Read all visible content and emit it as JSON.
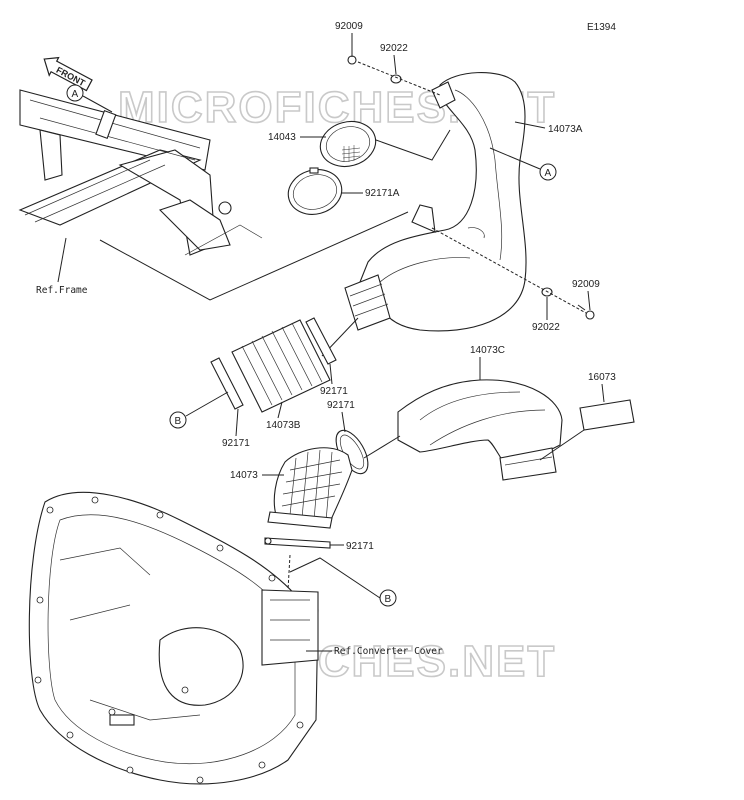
{
  "diagram_id": "E1394",
  "watermark": "MICROFICHES.NET",
  "front_label": "FRONT",
  "refs": {
    "frame": "Ref.Frame",
    "converter_cover": "Ref.Converter Cover"
  },
  "callout_letters": {
    "a": "A",
    "b": "B"
  },
  "parts": {
    "p92009_top": "92009",
    "p92022_top": "92022",
    "p14043": "14043",
    "p14073A": "14073A",
    "p92171A": "92171A",
    "p92009_right": "92009",
    "p92022_right": "92022",
    "p14073C": "14073C",
    "p16073": "16073",
    "p92171_mid": "92171",
    "p92171_upper": "92171",
    "p14073B": "14073B",
    "p92171_left": "92171",
    "p14073": "14073",
    "p92171_lower": "92171"
  }
}
